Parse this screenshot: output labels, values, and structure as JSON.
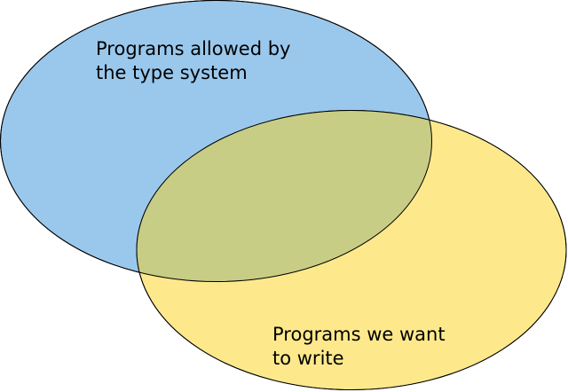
{
  "diagram": {
    "type": "venn",
    "sets": [
      {
        "label_lines": [
          "Programs allowed by",
          "the type system"
        ],
        "fill": "#9ac8ec"
      },
      {
        "label_lines": [
          "Programs we want",
          "to write"
        ],
        "fill": "#fde98c"
      }
    ],
    "overlap_fill": "#c8cd85",
    "outline_color": "#000000"
  }
}
